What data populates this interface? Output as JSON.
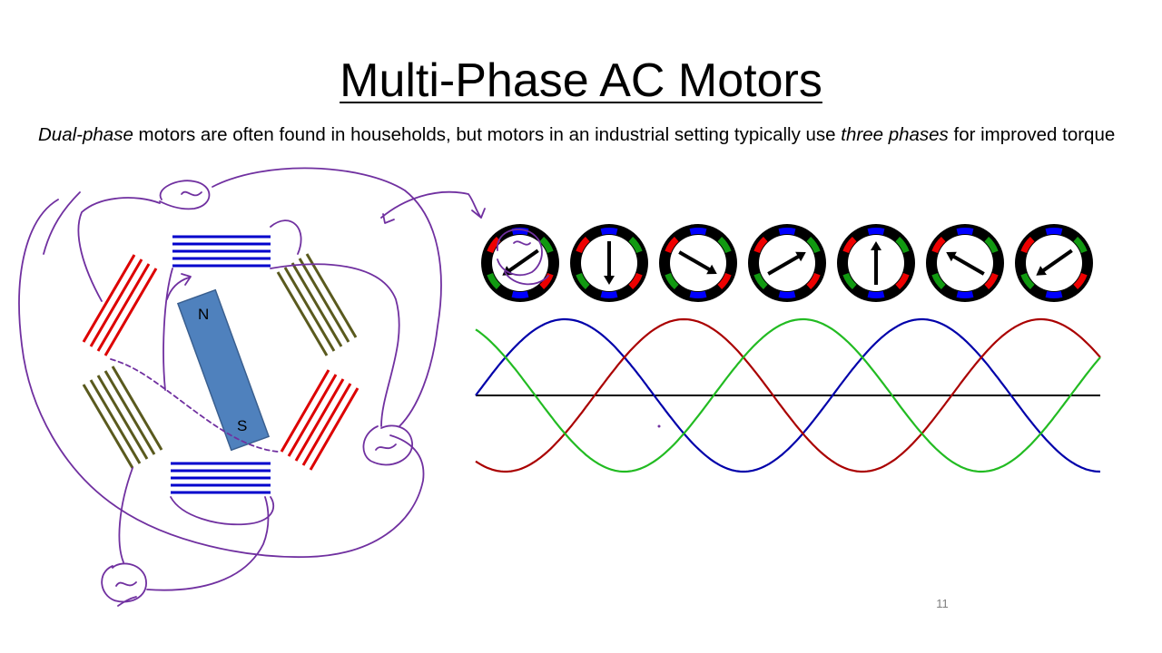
{
  "slide": {
    "title": "Multi-Phase AC Motors",
    "intro": {
      "part1": "Dual-phase",
      "part2": " motors are often found in households, but motors in an industrial setting typically use ",
      "part3": "three phases",
      "part4": " for improved torque"
    },
    "page_number": "11"
  },
  "motor": {
    "north_label": "N",
    "south_label": "S",
    "ac_source_symbol": "~",
    "colors": {
      "blue_coil": "#0000cc",
      "red_coil": "#dd0000",
      "olive_coil": "#5a5a1e",
      "rotor": "#4f81bd",
      "ink": "#7030a0"
    }
  },
  "rotor_sequence": {
    "frames": 7,
    "arrow_angles_deg": [
      235,
      180,
      120,
      60,
      0,
      300,
      235
    ],
    "colors": {
      "blue": "#0000ff",
      "red": "#ee0000",
      "green": "#119911"
    }
  },
  "waveforms": {
    "series_colors": [
      "#0000aa",
      "#aa0000",
      "#22bb22"
    ],
    "cycles": 1.75,
    "phase_offsets_deg": [
      0,
      120,
      240
    ]
  }
}
